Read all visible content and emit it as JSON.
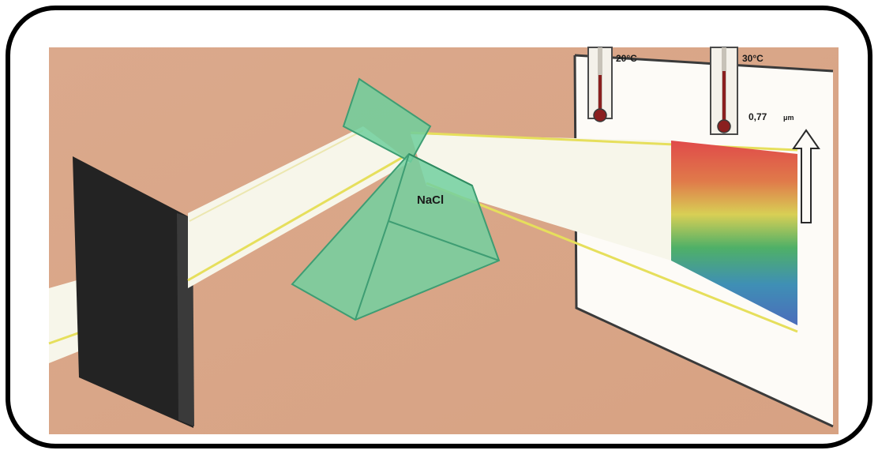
{
  "labels": {
    "prism": "NaCl",
    "thermometer_left": "20°C",
    "thermometer_right": "30°C",
    "wavelength": "0,77",
    "wavelength_unit": "μm"
  },
  "colors": {
    "background": "#d9a98a",
    "border": "#000000",
    "slit_screen": "#232323",
    "beam": "#f7f6ea",
    "prism": "#6fcf9c",
    "spectrum_red": "#e04a4a",
    "spectrum_orange": "#e89a46",
    "spectrum_yellow": "#d8cf55",
    "spectrum_green": "#4fb067",
    "spectrum_blue": "#4b6dbb",
    "thermometer_bulb": "#8a1f1f"
  }
}
